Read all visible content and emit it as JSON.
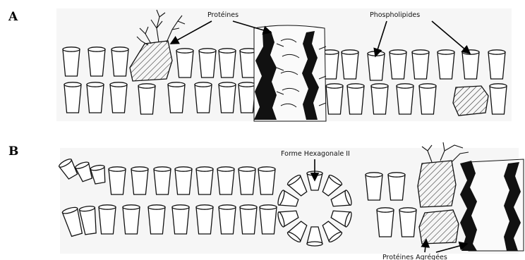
{
  "panels": [
    {
      "letter": "A",
      "labels": {
        "proteins": "Protéines",
        "phospholipids": "Phospholipides"
      }
    },
    {
      "letter": "B",
      "labels": {
        "hexagonal": "Forme Hexagonale II",
        "aggregated": "Protéines Agrégées"
      }
    }
  ],
  "colors": {
    "ink": "#111111",
    "paper": "#ffffff",
    "shade": "#f4f4f4"
  },
  "icons": [
    "phospholipid-cup",
    "hatched-protein",
    "channel-protein",
    "branch-glycan"
  ]
}
